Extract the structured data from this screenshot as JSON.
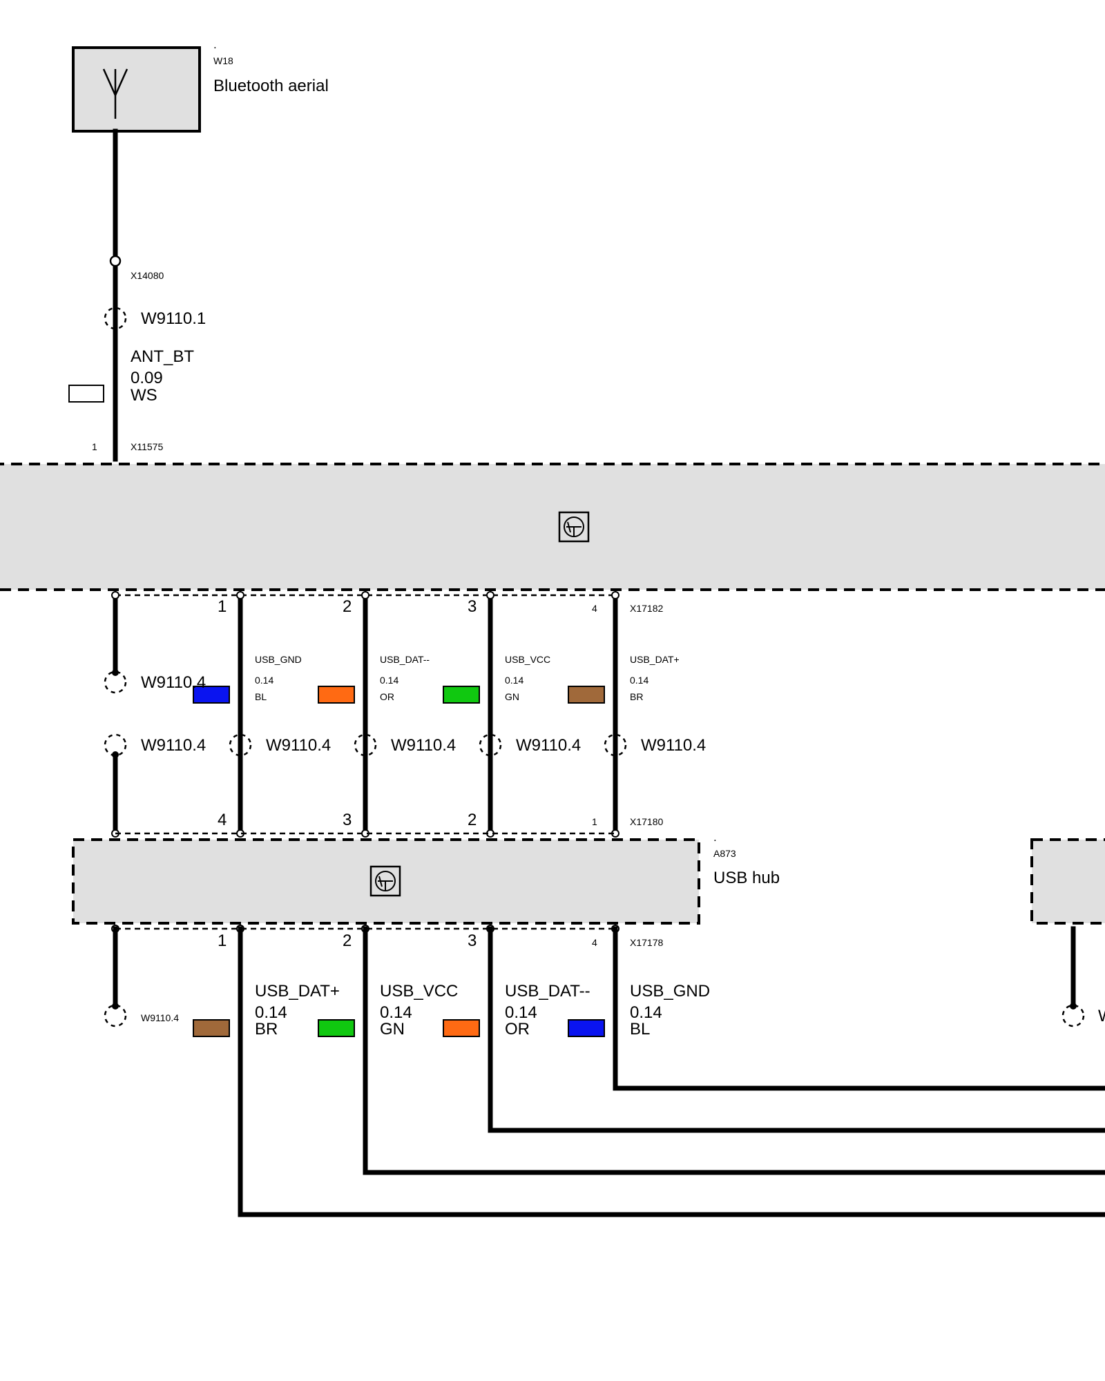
{
  "colors": {
    "BL": "#0a14f0",
    "OR": "#ff6a13",
    "GN": "#10c810",
    "BR": "#a0693a",
    "WS": "#ffffff",
    "box_fill": "#e0e0e0"
  },
  "aerial": {
    "dot": ".",
    "id": "W18",
    "name": "Bluetooth aerial",
    "icon": "antenna-icon"
  },
  "conn_x14080": "X14080",
  "shield_w9110_1": "W9110.1",
  "ant_wire": {
    "signal": "ANT_BT",
    "size": "0.09",
    "color": "WS"
  },
  "conn_x11575": {
    "pin": "1",
    "id": "X11575"
  },
  "control_unit": {
    "icon": "electronic-module-icon"
  },
  "conn_x17182": {
    "id": "X17182",
    "pins": [
      "1",
      "2",
      "3",
      "4"
    ]
  },
  "upper_wires": [
    {
      "signal": "USB_GND",
      "size": "0.14",
      "color": "BL"
    },
    {
      "signal": "USB_DAT--",
      "size": "0.14",
      "color": "OR"
    },
    {
      "signal": "USB_VCC",
      "size": "0.14",
      "color": "GN"
    },
    {
      "signal": "USB_DAT+",
      "size": "0.14",
      "color": "BR"
    }
  ],
  "upper_shield_top": "W9110.4",
  "upper_shields": [
    "W9110.4",
    "W9110.4",
    "W9110.4",
    "W9110.4",
    "W9110.4"
  ],
  "conn_x17180": {
    "id": "X17180",
    "pins": [
      "4",
      "3",
      "2",
      "1"
    ]
  },
  "usb_hub": {
    "dot": ".",
    "id": "A873",
    "name": "USB hub",
    "icon": "electronic-module-icon"
  },
  "conn_x17178": {
    "id": "X17178",
    "pins": [
      "1",
      "2",
      "3",
      "4"
    ]
  },
  "lower_shield": "W9110.4",
  "lower_wires": [
    {
      "signal": "USB_DAT+",
      "size": "0.14",
      "color": "BR"
    },
    {
      "signal": "USB_VCC",
      "size": "0.14",
      "color": "GN"
    },
    {
      "signal": "USB_DAT--",
      "size": "0.14",
      "color": "OR"
    },
    {
      "signal": "USB_GND",
      "size": "0.14",
      "color": "BL"
    }
  ],
  "right_fragment": "W"
}
